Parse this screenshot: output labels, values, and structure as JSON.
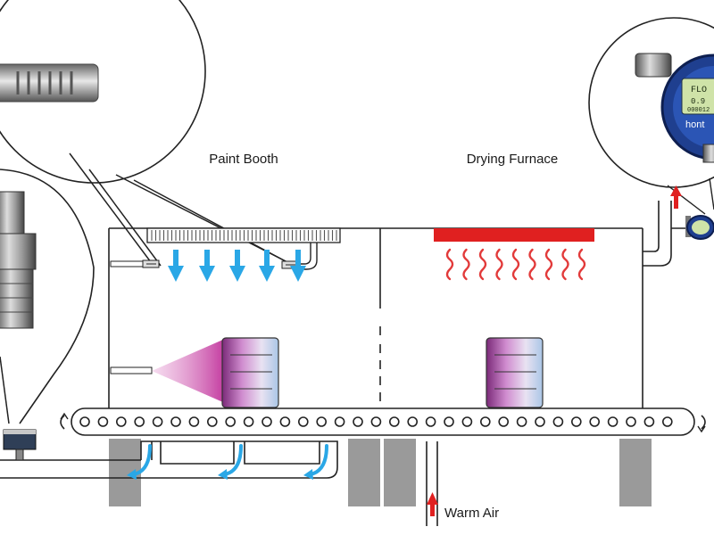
{
  "labels": {
    "paint_booth": "Paint Booth",
    "drying_furnace": "Drying Furnace",
    "warm_air": "Warm Air"
  },
  "meter": {
    "display_line1": "FLO",
    "display_line2": "0.9",
    "display_line3": "000012",
    "brand": "hont"
  },
  "colors": {
    "airflow_blue": "#2aa7e6",
    "heater_red": "#e02020",
    "heat_wave_red": "#e23a3a",
    "spray_magenta": "#c0309a",
    "meter_blue": "#1f3f8f",
    "support_gray": "#9a9a9a",
    "outline": "#222222"
  }
}
